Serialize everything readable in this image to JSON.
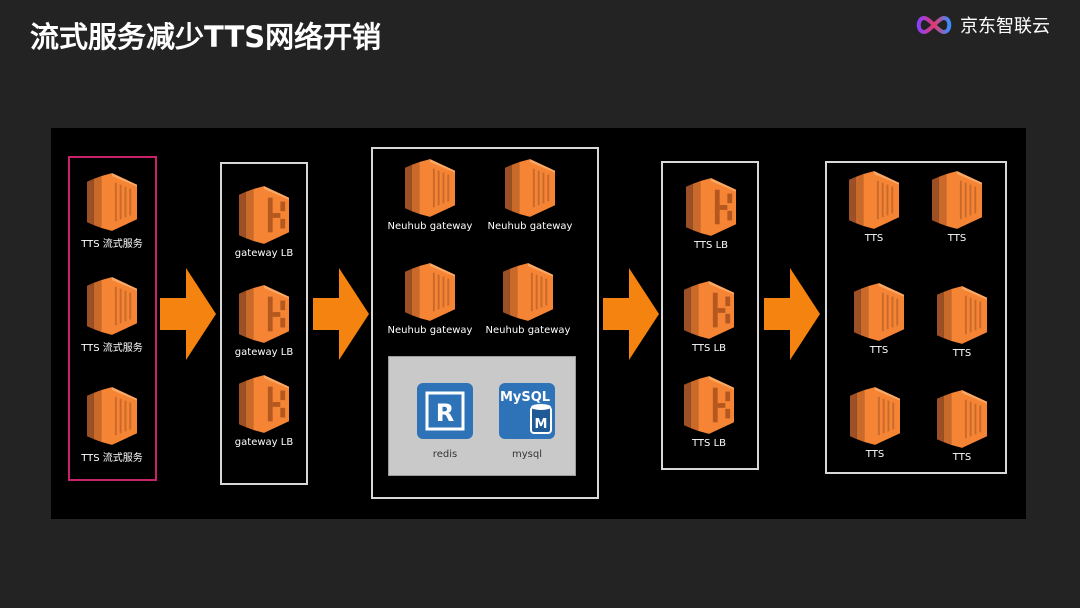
{
  "slide": {
    "title": "流式服务减少TTS网络开销"
  },
  "brand": {
    "name": "京东智联云",
    "icon": "infinity-logo-icon"
  },
  "colors": {
    "accent": "#f58535",
    "highlight_border": "#c8236a",
    "db_panel": "#c9c9c9",
    "icon_blue": "#2e73b8"
  },
  "diagram": {
    "groups": [
      {
        "id": "tts-stream",
        "nodes": [
          {
            "label": "TTS 流式服务",
            "icon": "compute-instance-icon"
          },
          {
            "label": "TTS 流式服务",
            "icon": "compute-instance-icon"
          },
          {
            "label": "TTS 流式服务",
            "icon": "compute-instance-icon"
          }
        ]
      },
      {
        "id": "gateway-lb",
        "nodes": [
          {
            "label": "gateway LB",
            "icon": "load-balancer-icon"
          },
          {
            "label": "gateway LB",
            "icon": "load-balancer-icon"
          },
          {
            "label": "gateway LB",
            "icon": "load-balancer-icon"
          }
        ]
      },
      {
        "id": "neuhub",
        "nodes": [
          {
            "label": "Neuhub gateway",
            "icon": "compute-instance-icon"
          },
          {
            "label": "Neuhub gateway",
            "icon": "compute-instance-icon"
          },
          {
            "label": "Neuhub gateway",
            "icon": "compute-instance-icon"
          },
          {
            "label": "Neuhub gateway",
            "icon": "compute-instance-icon"
          }
        ],
        "storage": [
          {
            "label": "redis",
            "icon": "redis-icon",
            "glyph": "R"
          },
          {
            "label": "mysql",
            "icon": "mysql-icon",
            "glyph": "MySQL",
            "badge": "M"
          }
        ]
      },
      {
        "id": "tts-lb",
        "nodes": [
          {
            "label": "TTS LB",
            "icon": "load-balancer-icon"
          },
          {
            "label": "TTS LB",
            "icon": "load-balancer-icon"
          },
          {
            "label": "TTS LB",
            "icon": "load-balancer-icon"
          }
        ]
      },
      {
        "id": "tts",
        "nodes": [
          {
            "label": "TTS",
            "icon": "compute-instance-icon"
          },
          {
            "label": "TTS",
            "icon": "compute-instance-icon"
          },
          {
            "label": "TTS",
            "icon": "compute-instance-icon"
          },
          {
            "label": "TTS",
            "icon": "compute-instance-icon"
          },
          {
            "label": "TTS",
            "icon": "compute-instance-icon"
          },
          {
            "label": "TTS",
            "icon": "compute-instance-icon"
          }
        ]
      }
    ],
    "arrows": [
      "right-arrow-icon",
      "right-arrow-icon",
      "right-arrow-icon",
      "right-arrow-icon"
    ]
  }
}
